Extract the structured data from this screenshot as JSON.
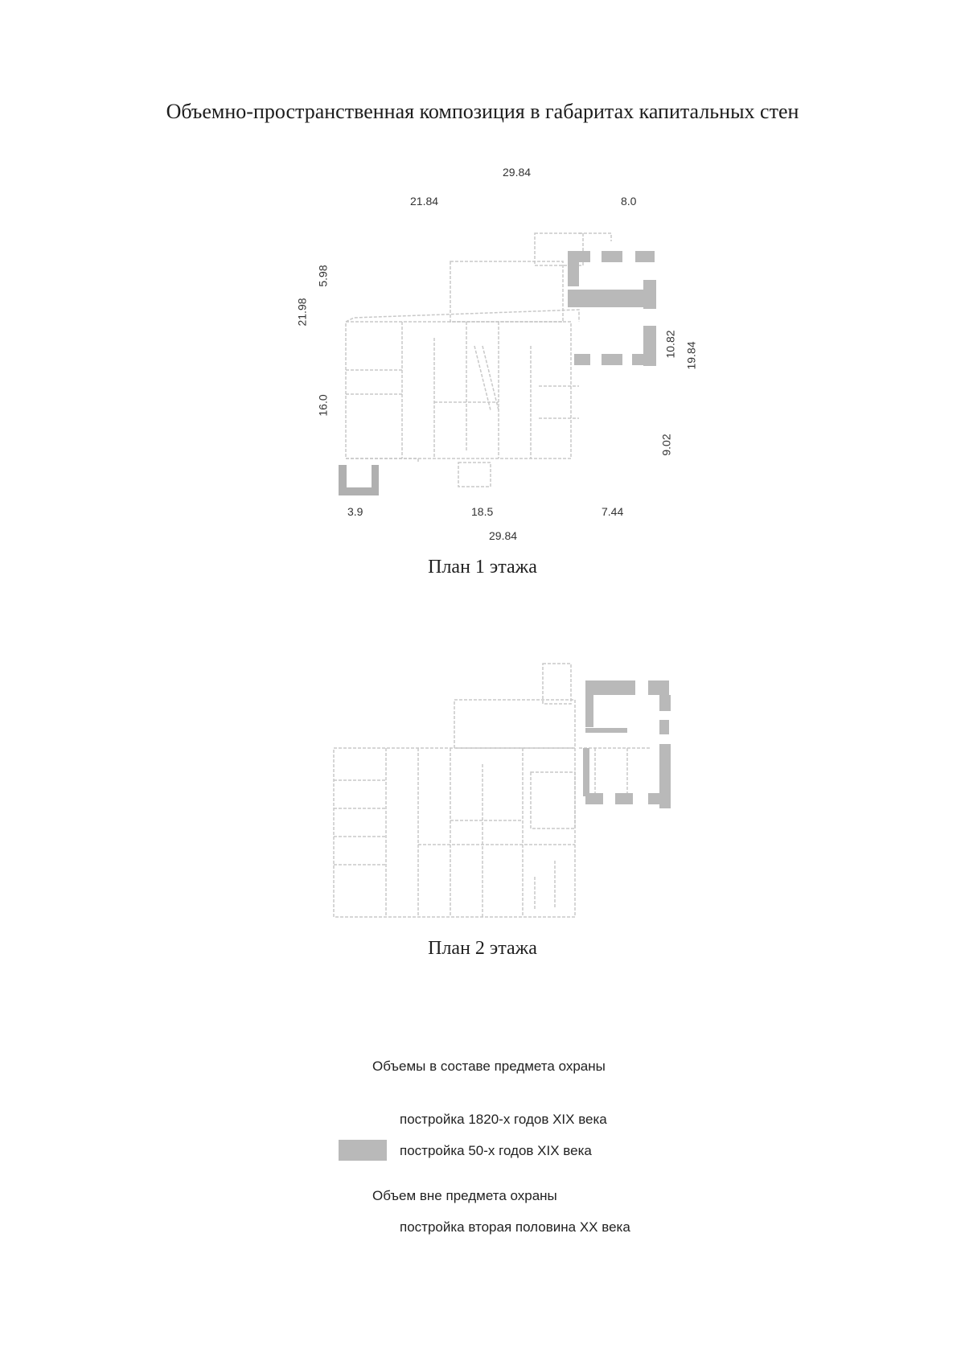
{
  "title": "Объемно-пространственная композиция в габаритах капитальных стен",
  "plan1": {
    "label": "План 1 этажа",
    "dimensions": {
      "top_total": "29.84",
      "top_left": "21.84",
      "top_right": "8.0",
      "left_total": "21.98",
      "left_upper": "5.98",
      "left_lower": "16.0",
      "right_upper": "10.82",
      "right_total": "19.84",
      "right_lower": "9.02",
      "bottom_a": "3.9",
      "bottom_b": "18.5",
      "bottom_c": "7.44",
      "bottom_total": "29.84"
    }
  },
  "plan2": {
    "label": "План 2 этажа"
  },
  "legend": {
    "heading_protected": "Объемы в составе предмета охраны",
    "item_1820": "постройка 1820-х годов XIX века",
    "item_1850": "постройка 50-х годов XIX века",
    "heading_unprotected": "Объем вне предмета охраны",
    "item_xx": "постройка вторая половина XX века"
  },
  "colors": {
    "volume_1850": "#b9b9b9",
    "wall_line": "#c4c4c4"
  }
}
